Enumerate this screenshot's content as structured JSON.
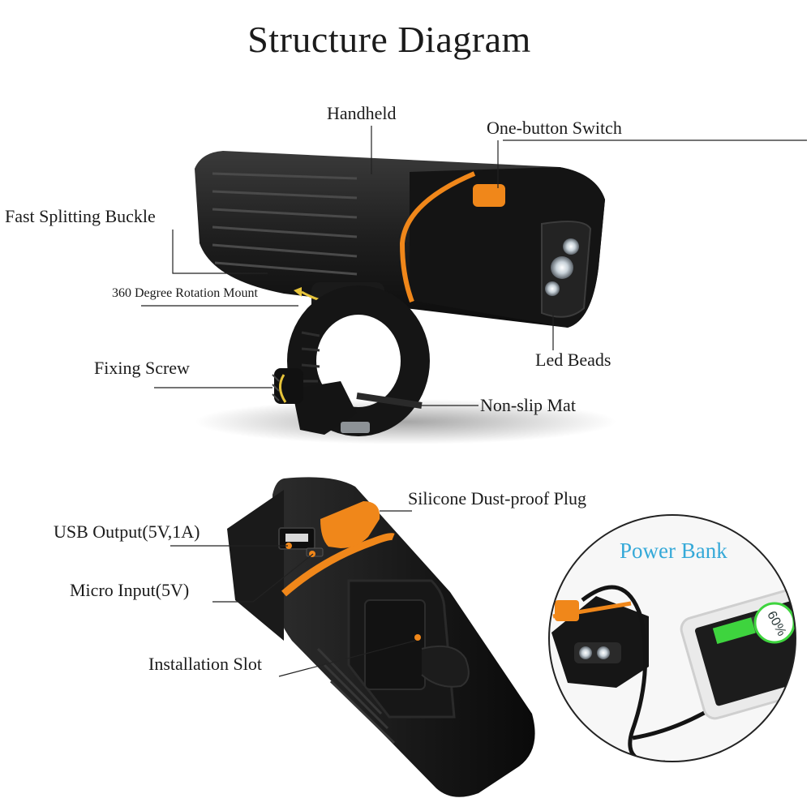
{
  "title": "Structure Diagram",
  "labels": {
    "handheld": "Handheld",
    "one_button_switch": "One-button Switch",
    "fast_splitting_buckle": "Fast Splitting Buckle",
    "rotation_mount": "360 Degree Rotation Mount",
    "led_beads": "Led Beads",
    "fixing_screw": "Fixing Screw",
    "non_slip_mat": "Non-slip Mat",
    "silicone_plug": "Silicone Dust-proof Plug",
    "usb_output": "USB Output(5V,1A)",
    "micro_input": "Micro Input(5V)",
    "installation_slot": "Installation Slot",
    "power_bank": "Power Bank"
  },
  "phone": {
    "battery_percent": "60%",
    "charge_fraction": 0.6
  },
  "colors": {
    "accent_orange": "#f0871a",
    "power_bank_blue": "#35a9d8",
    "body_black": "#1c1c1c",
    "screen_green": "#3ed43e"
  }
}
